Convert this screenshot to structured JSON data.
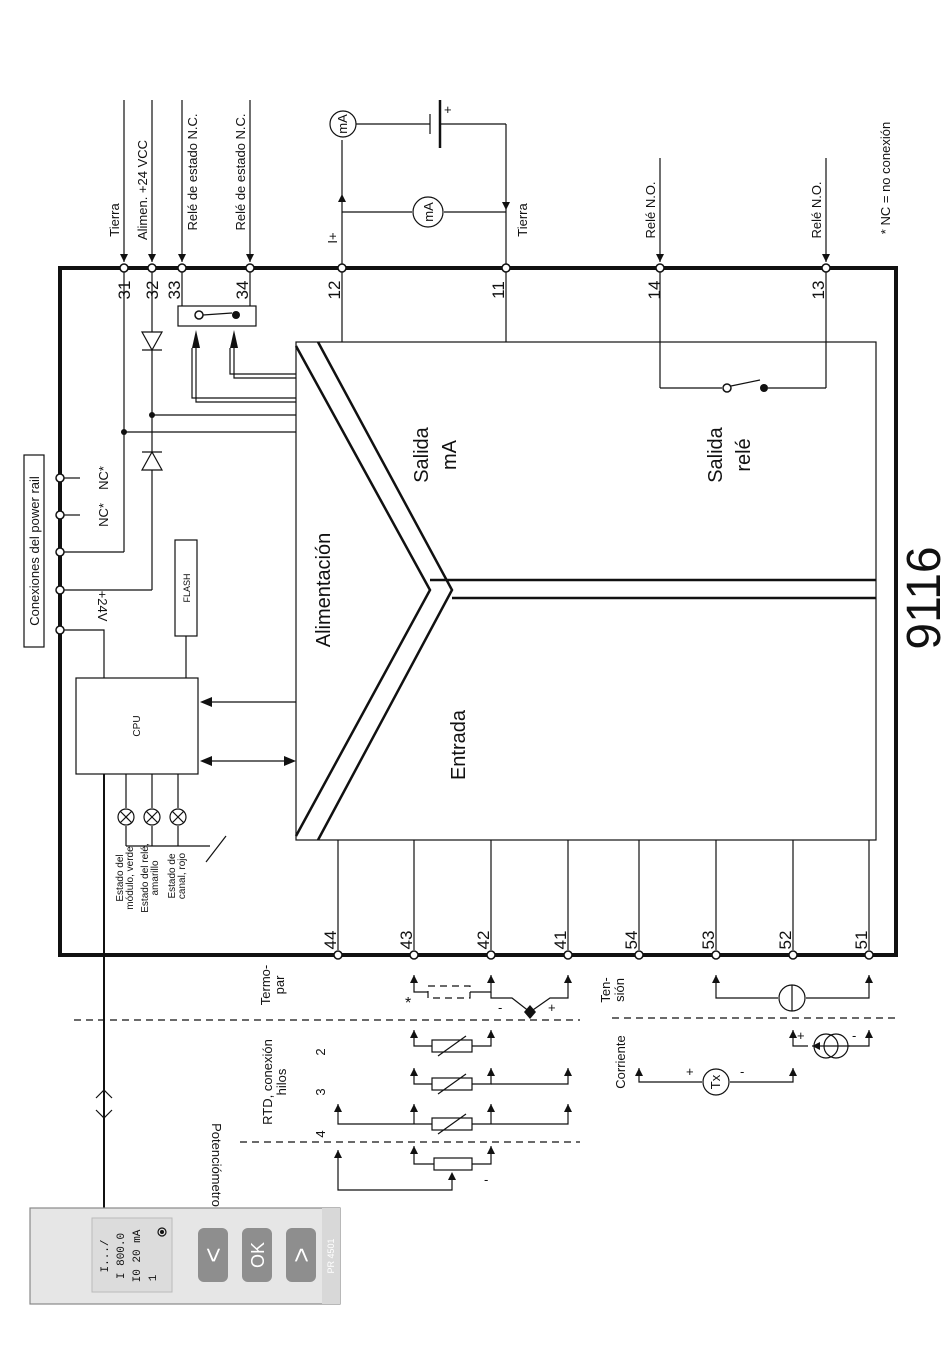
{
  "model": "9116",
  "note": "* NC = no conexión",
  "top_labels": {
    "tierra_31": "Tierra",
    "alimen_32": "Alimen. +24 VCC",
    "rele_33": "Relé de estado N.C.",
    "rele_34": "Relé de estado N.C.",
    "i_plus_12": "I+",
    "tierra_11": "Tierra",
    "rele_no_14": "Relé N.O.",
    "rele_no_13": "Relé N.O.",
    "ma_meter": "mA",
    "ma_meter_2": "mA",
    "plus": "+"
  },
  "terminals_top": [
    "31",
    "32",
    "33",
    "34",
    "12",
    "11",
    "14",
    "13"
  ],
  "terminals_bottom": [
    "44",
    "43",
    "42",
    "41",
    "54",
    "53",
    "52",
    "51"
  ],
  "sections": {
    "power": "Alimentación",
    "output_ma": "Salida\nmA",
    "output_relay": "Salida\nrelé",
    "input": "Entrada"
  },
  "blocks": {
    "cpu": "CPU",
    "flash": "FLASH",
    "power_rail": "Conexiones del power rail",
    "nc1": "NC*",
    "nc2": "NC*",
    "v24": "+24V"
  },
  "leds": {
    "green": "Estado del módulo, verde",
    "yellow": "Estado del relé, amarillo",
    "red": "Estado de canal, rojo"
  },
  "inputs": {
    "termopar": "Termo-par",
    "rtd": "RTD, conexión hilos",
    "rtd_2": "2",
    "rtd_3": "3",
    "rtd_4": "4",
    "potenciometro": "Potenciómetro",
    "tension": "Ten-sión",
    "corriente": "Corriente",
    "tx": "Tx",
    "star": "*",
    "minus": "-",
    "plus": "+"
  },
  "display": {
    "line1": "I.../",
    "line2": "I 800.0",
    "line3": "I0 20 mA",
    "line4": "1",
    "btn_left": "<",
    "btn_ok": "OK",
    "btn_right": ">",
    "brand": "PR 4501"
  }
}
